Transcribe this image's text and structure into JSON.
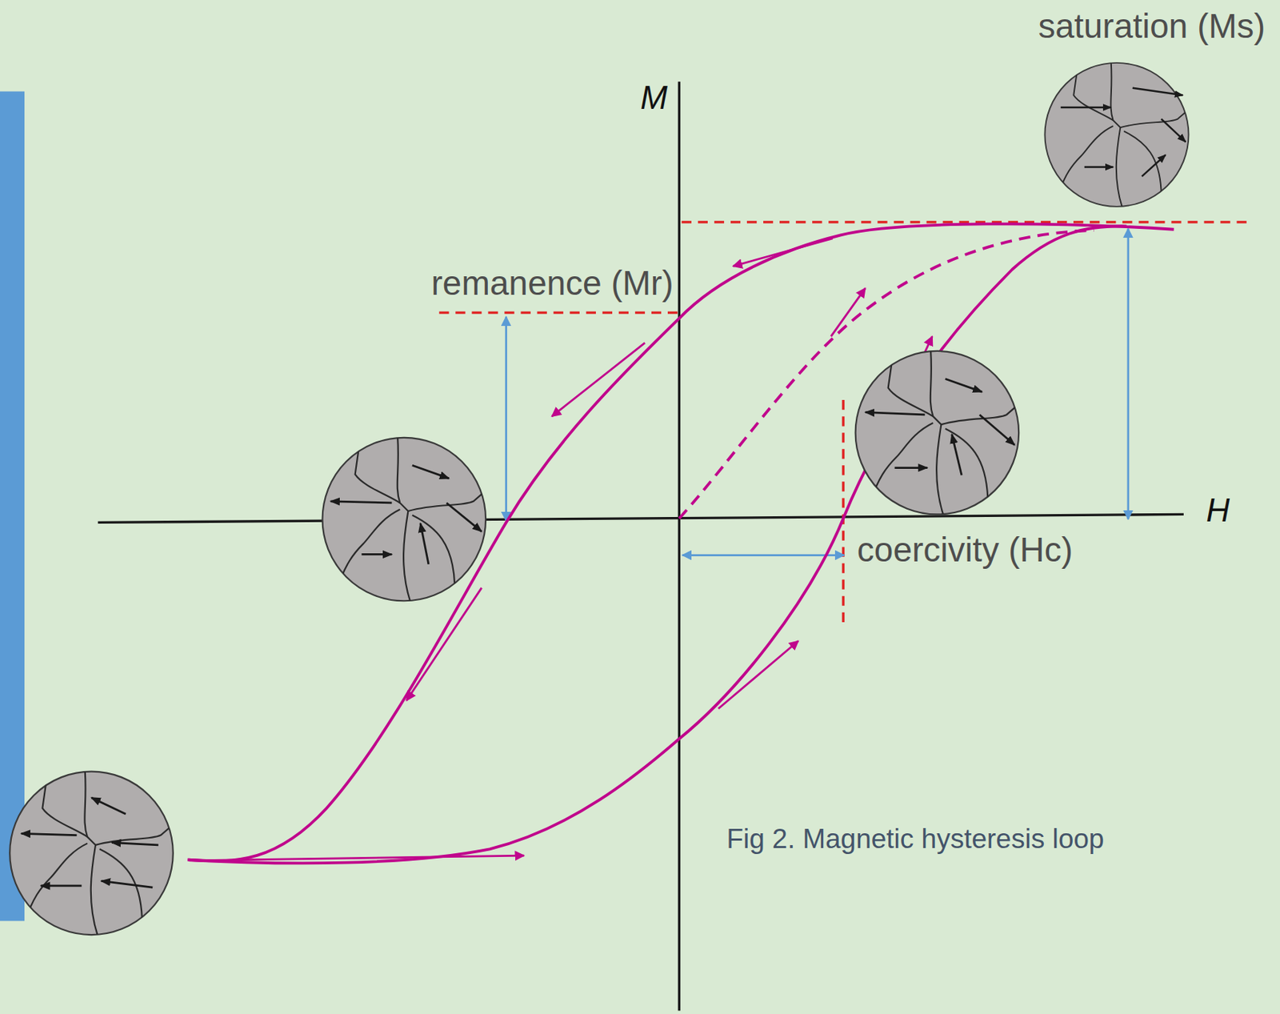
{
  "diagram": {
    "caption": "Fig 2. Magnetic hysteresis loop",
    "labels": [
      "saturation (Ms)",
      "M",
      "remanence (Mr)",
      "H",
      "coercivity (Hc)"
    ]
  }
}
